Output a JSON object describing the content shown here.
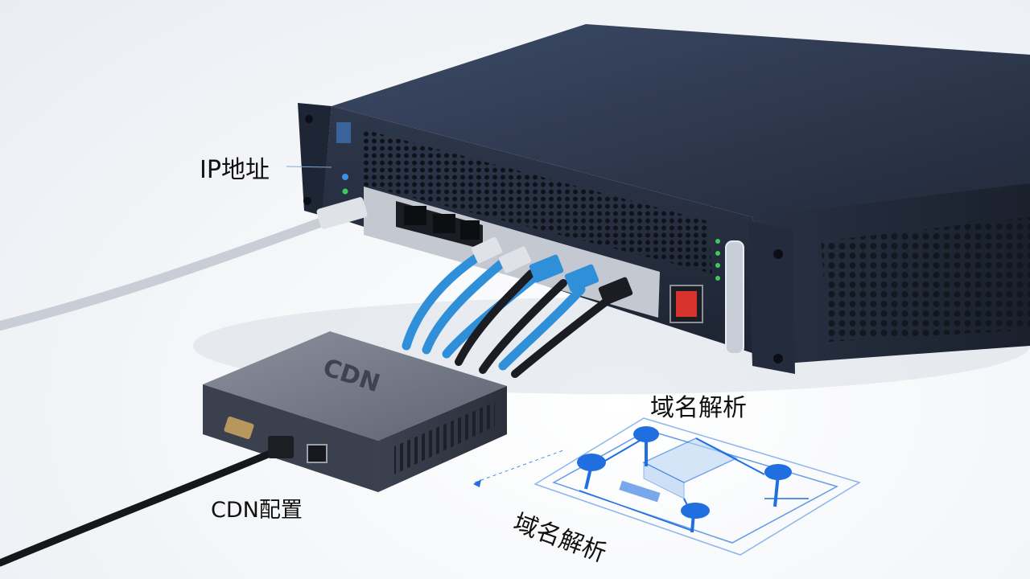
{
  "labels": {
    "ip_address": "IP地址",
    "cdn_config": "CDN配置",
    "dns_top": "域名解析",
    "dns_bottom": "域名解析"
  },
  "device": {
    "cdn_box_logo": "CDN"
  },
  "colors": {
    "router_body": "#2b3446",
    "router_top": "#33405a",
    "cdn_box": "#4a5162",
    "cable_blue": "#2f8fd8",
    "cable_black": "#1b1d22",
    "cable_grey": "#c9ced6",
    "diagram_blue": "#1f6fe0",
    "led_green": "#3ccb5a",
    "power_red": "#d8322c"
  }
}
